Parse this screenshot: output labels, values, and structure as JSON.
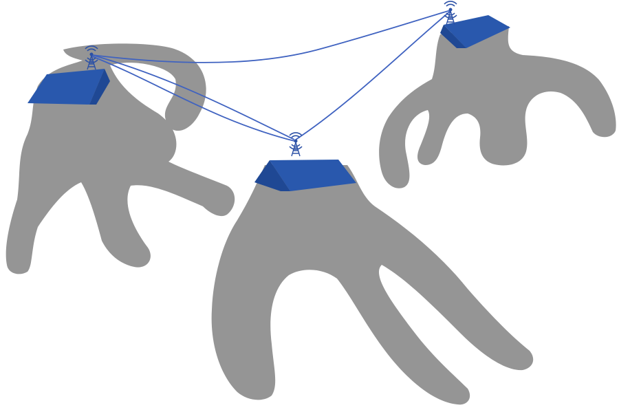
{
  "colors": {
    "background": "#ffffff",
    "creature": "#959595",
    "roof": "#2958ad",
    "roof_edge": "#1f4894",
    "wire": "#3f62c0",
    "antenna": "#2b50a6"
  },
  "creatures": [
    {
      "name": "left-creature",
      "icon": "hand-creature-with-roof-icon"
    },
    {
      "name": "middle-creature",
      "icon": "hand-creature-with-roof-icon"
    },
    {
      "name": "right-creature",
      "icon": "hand-creature-with-roof-icon"
    }
  ],
  "antennas": [
    {
      "name": "left-antenna",
      "icon": "radio-tower-icon"
    },
    {
      "name": "middle-antenna",
      "icon": "radio-tower-icon"
    },
    {
      "name": "right-antenna",
      "icon": "radio-tower-icon"
    }
  ]
}
